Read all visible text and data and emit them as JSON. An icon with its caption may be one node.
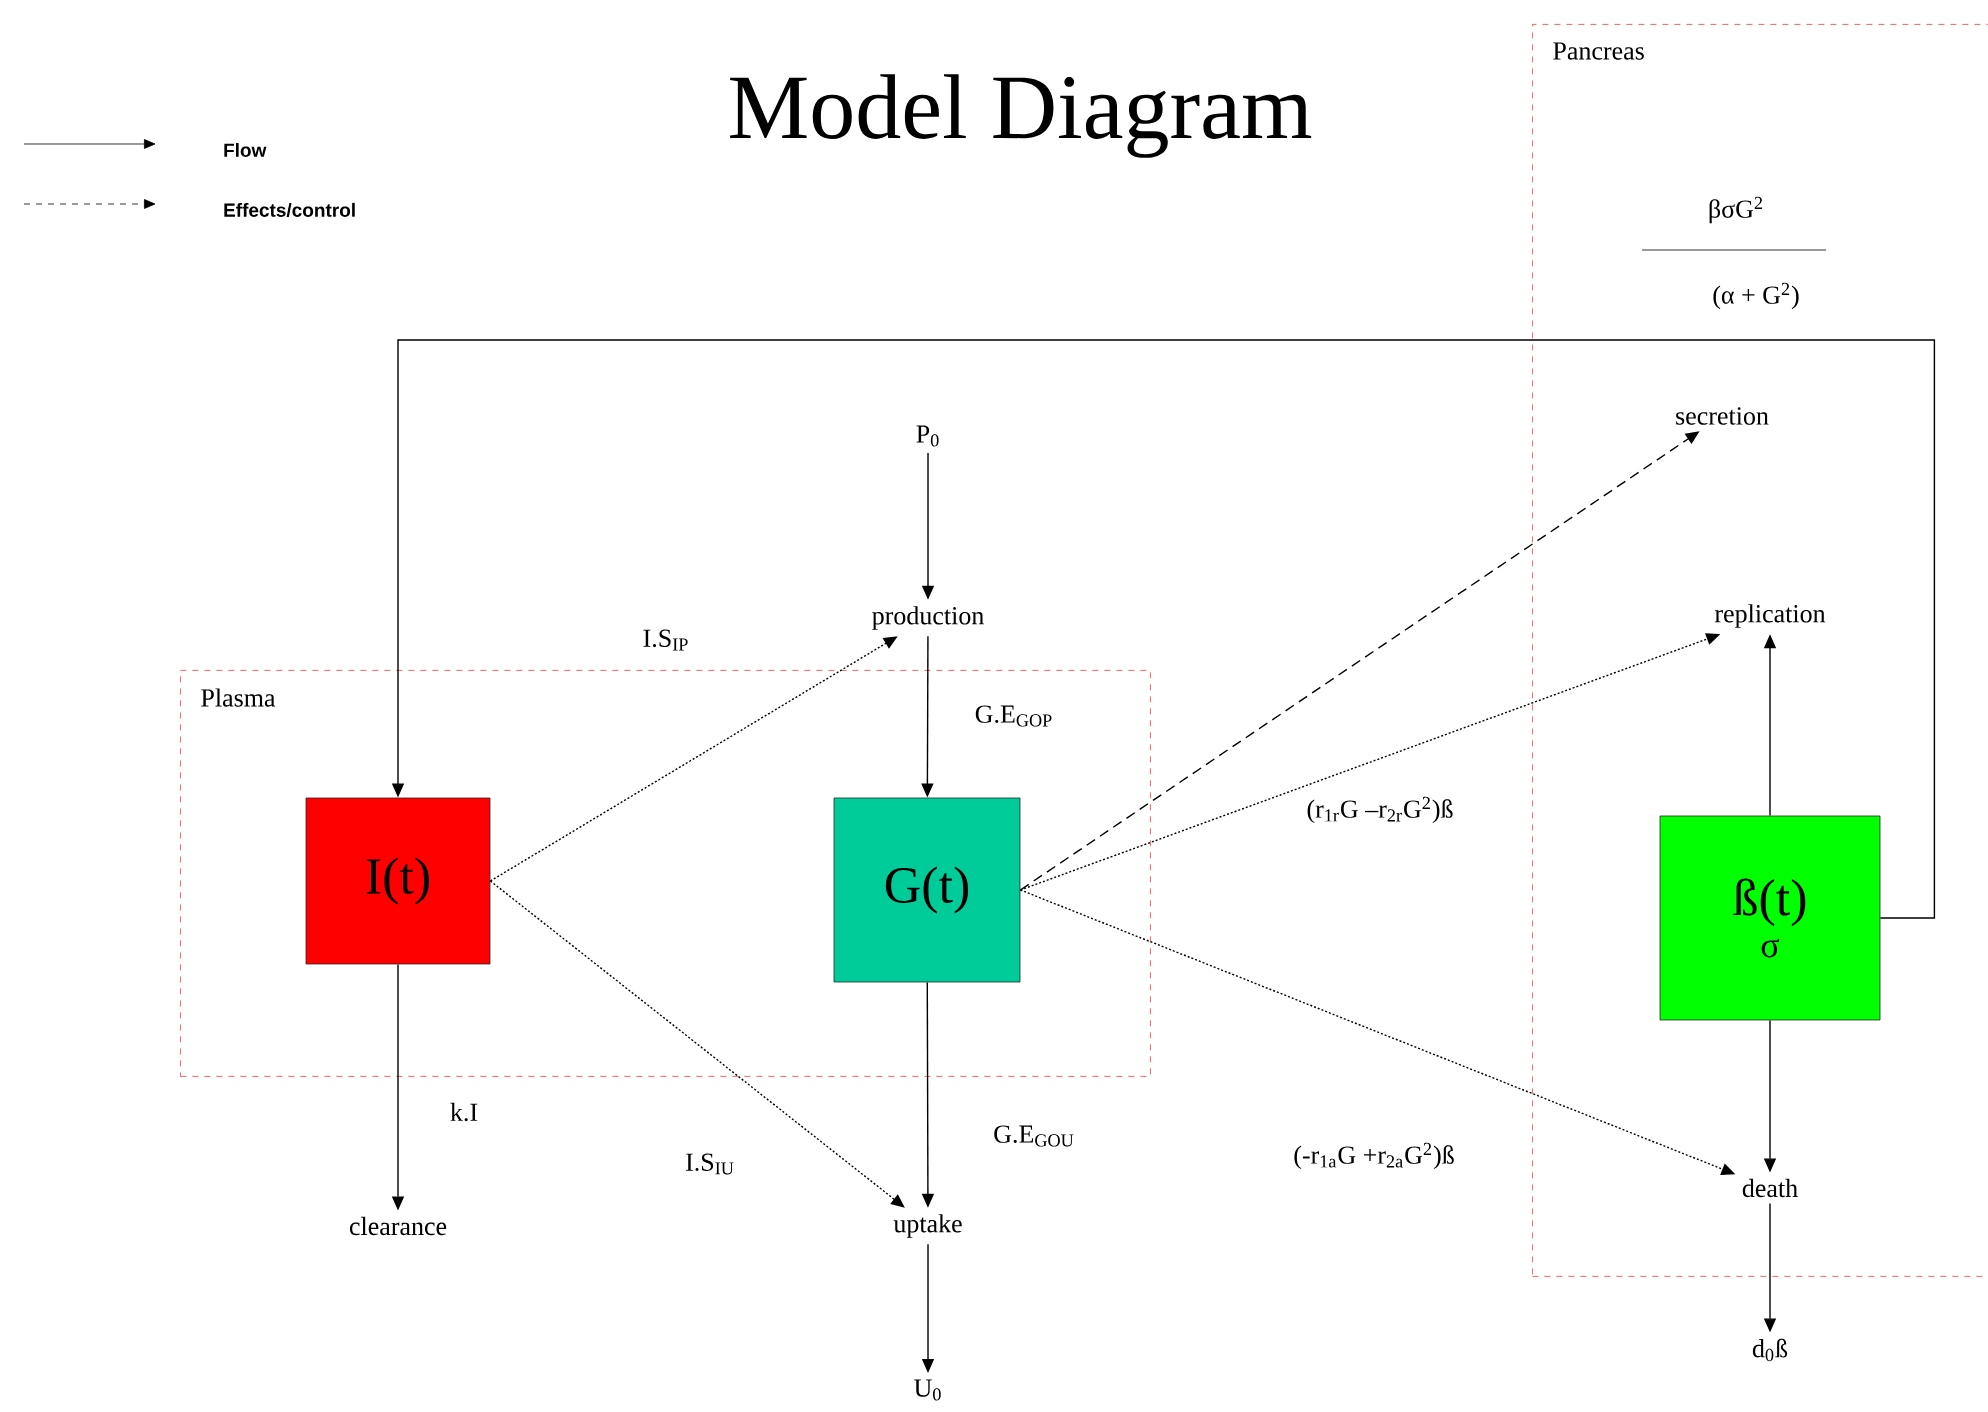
{
  "diagram": {
    "title": "Model Diagram",
    "nodes": [
      {
        "text": [
          "Plasma"
        ]
      },
      {
        "text": [
          "Pancreas"
        ]
      },
      {
        "text": [
          "I(t)"
        ],
        "in": 0
      },
      {
        "text": [
          "G(t)"
        ],
        "in": 0
      },
      {
        "text": [
          "ß(t)",
          "σ"
        ],
        "in": 1
      },
      {
        "text": [
          "P$_{0}$"
        ]
      },
      {
        "text": [
          "production"
        ]
      },
      {
        "text": [
          "uptake"
        ]
      },
      {
        "text": [
          "U$_{0}$"
        ]
      },
      {
        "text": [
          "clearance"
        ]
      },
      {
        "text": [
          "secretion"
        ],
        "in": 1
      },
      {
        "text": [
          "replication"
        ],
        "in": 1
      },
      {
        "text": [
          "death"
        ],
        "in": 1
      },
      {
        "text": [
          "d$_{0}$ß"
        ]
      }
    ],
    "edges": [
      {
        "from": 5,
        "to": 6,
        "arrow": "to"
      },
      {
        "from": 6,
        "to": 3,
        "arrow": "to",
        "label": "G.E$_{GOP}$"
      },
      {
        "from": 3,
        "to": 7,
        "arrow": "to",
        "label": "G.E$_{GOU}$"
      },
      {
        "from": 7,
        "to": 8,
        "arrow": "to"
      },
      {
        "from": 2,
        "to": 9,
        "arrow": "to",
        "label": "k.I"
      },
      {
        "from": 2,
        "to": 6,
        "arrow": "to",
        "style": "dashed",
        "label": "I.S$_{IP}$"
      },
      {
        "from": 2,
        "to": 7,
        "arrow": "to",
        "style": "dashed",
        "label": "I.S$_{IU}$"
      },
      {
        "from": 3,
        "to": 10,
        "arrow": "to",
        "style": "dashed"
      },
      {
        "from": 3,
        "to": 11,
        "arrow": "to",
        "style": "dashed",
        "label": "(r$_{1r}$G –r$_{2r}$G$^{2}$)ß"
      },
      {
        "from": 3,
        "to": 12,
        "arrow": "to",
        "style": "dashed",
        "label": "(-r$_{1a}$G +r$_{2a}$G$^{2}$)ß"
      },
      {
        "from": 4,
        "to": 11,
        "arrow": "to"
      },
      {
        "from": 4,
        "to": 12,
        "arrow": "to"
      },
      {
        "from": 12,
        "to": 13,
        "arrow": "to"
      },
      {
        "from": 4,
        "to": 2,
        "arrow": "to"
      }
    ],
    "labels": [
      "βσG$^{2}$",
      "(α + G$^{2}$)"
    ],
    "legend": [
      {
        "text": "Flow"
      },
      {
        "text": "Effects/control"
      }
    ]
  }
}
